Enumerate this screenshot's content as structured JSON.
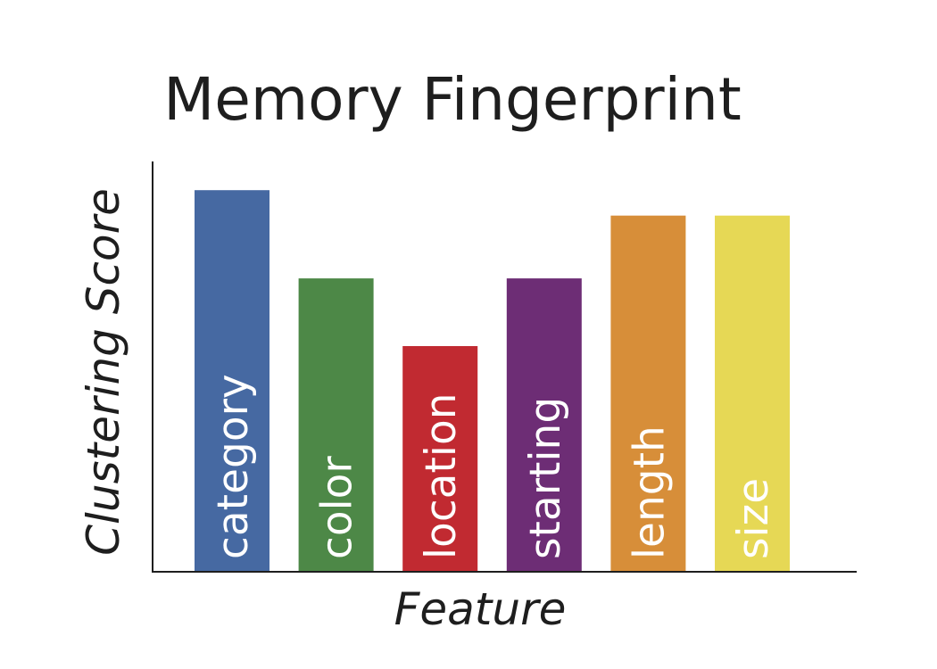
{
  "chart_data": {
    "type": "bar",
    "title": "Memory Fingerprint",
    "xlabel": "Feature",
    "ylabel": "Clustering Score",
    "categories": [
      "category",
      "color",
      "location",
      "starting",
      "length",
      "size"
    ],
    "values": [
      0.93,
      0.715,
      0.55,
      0.715,
      0.868,
      0.868
    ],
    "colors": [
      "#4669a2",
      "#4d8847",
      "#c12a31",
      "#6d2d75",
      "#d78e39",
      "#e6d855"
    ],
    "ylim": [
      0,
      1
    ],
    "grid": false,
    "legend": "none"
  }
}
